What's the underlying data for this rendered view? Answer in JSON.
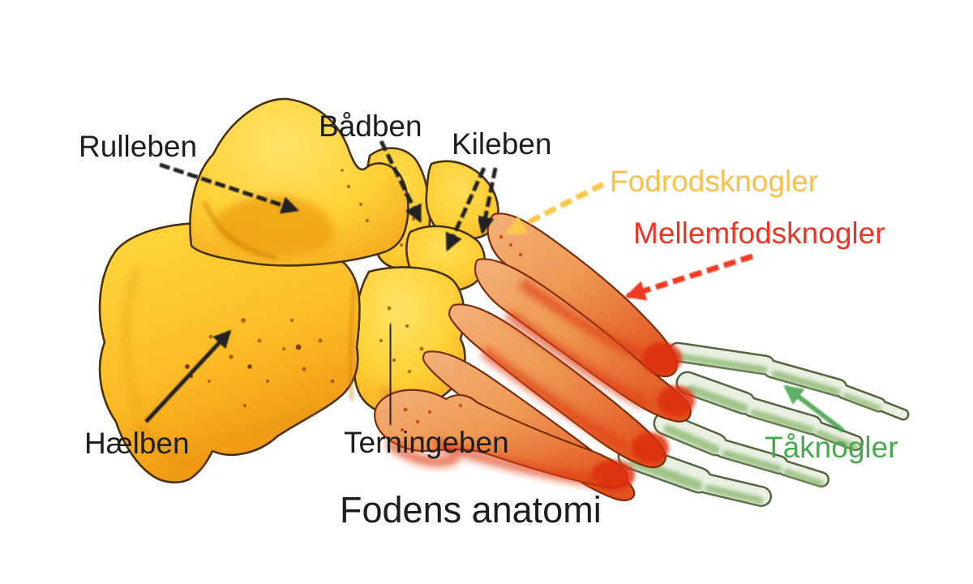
{
  "title": "Fodens anatomi",
  "labels": {
    "rulleben": {
      "text": "Rulleben",
      "color": "#1d1d1b"
    },
    "badben": {
      "text": "Bådben",
      "color": "#1d1d1b"
    },
    "kileben": {
      "text": "Kileben",
      "color": "#1d1d1b"
    },
    "fodrodsknogler": {
      "text": "Fodrodsknogler",
      "color": "#f9c14b"
    },
    "mellemfodsknogler": {
      "text": "Mellemfodsknogler",
      "color": "#ee3524"
    },
    "haelben": {
      "text": "Hælben",
      "color": "#1d1d1b"
    },
    "terningeben": {
      "text": "Terningeben",
      "color": "#1d1d1b"
    },
    "taknogler": {
      "text": "Tåknogler",
      "color": "#47ab4d"
    }
  },
  "arrows": [
    {
      "label": "rulleben",
      "color": "#222222",
      "points_to": "talus"
    },
    {
      "label": "badben",
      "color": "#222222",
      "points_to": "navicular"
    },
    {
      "label": "kileben",
      "color": "#222222",
      "points_to": "cuneiform-lower"
    },
    {
      "label": "kileben",
      "color": "#222222",
      "points_to": "cuneiform-upper"
    },
    {
      "label": "fodrodsknogler",
      "color": "#fbc94e",
      "points_to": "tarsal-group"
    },
    {
      "label": "mellemfodsknogler",
      "color": "#ee3a24",
      "points_to": "metatarsal-group"
    },
    {
      "label": "haelben",
      "color": "#222222",
      "points_to": "calcaneus"
    },
    {
      "label": "terningeben",
      "color": "#222222",
      "points_to": "cuboid"
    },
    {
      "label": "taknogler",
      "color": "#3fa047",
      "points_to": "phalanx-group"
    }
  ],
  "bone_colors": {
    "tarsal_yellow": "#ffd23a",
    "tarsal_shade": "#ed9b10",
    "metatarsal_orange": "#f2ab72",
    "metatarsal_red": "#dd2f10",
    "phalanx_pale_green": "#e9f0e2",
    "phalanx_green_shade": "#8fb975",
    "outline_dark": "#46320c"
  },
  "background": "#ffffff"
}
